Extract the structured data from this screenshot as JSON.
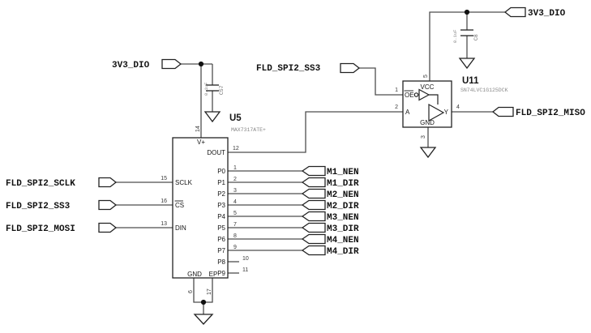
{
  "colors": {
    "background": "#ffffff",
    "wire": "#4d4d4d",
    "outline": "#222222",
    "label_text": "#111111",
    "muted_text": "#8a8a8a"
  },
  "u5": {
    "ref": "U5",
    "part": "MAX7317ATE+",
    "power": {
      "top": {
        "name": "V+",
        "number": "14"
      },
      "gnd": {
        "name": "GND",
        "number": "6"
      },
      "ep": {
        "name": "EP",
        "number": "17"
      }
    },
    "left_pins": [
      {
        "name": "SCLK",
        "number": "15"
      },
      {
        "name": "CS",
        "number": "16"
      },
      {
        "name": "DIN",
        "number": "13"
      }
    ],
    "right_pins": [
      {
        "name": "DOUT",
        "number": "12"
      },
      {
        "name": "P0",
        "number": "1"
      },
      {
        "name": "P1",
        "number": "2"
      },
      {
        "name": "P2",
        "number": "3"
      },
      {
        "name": "P3",
        "number": "4"
      },
      {
        "name": "P4",
        "number": "5"
      },
      {
        "name": "P5",
        "number": "7"
      },
      {
        "name": "P6",
        "number": "8"
      },
      {
        "name": "P7",
        "number": "9"
      },
      {
        "name": "P8",
        "number": "10"
      },
      {
        "name": "P9",
        "number": "11"
      }
    ]
  },
  "u11": {
    "ref": "U11",
    "part": "SN74LVC1G125DCK",
    "pins": {
      "vcc": {
        "name": "VCC",
        "number": "5"
      },
      "oe": {
        "name": "OE",
        "number": "1"
      },
      "a": {
        "name": "A",
        "number": "2"
      },
      "y": {
        "name": "Y",
        "number": "4"
      },
      "gnd": {
        "name": "GND",
        "number": "3"
      }
    }
  },
  "capacitors": {
    "c57": {
      "ref": "C57",
      "value": "0.1uF"
    },
    "c8": {
      "ref": "C8",
      "value": "0.1uF"
    }
  },
  "ports": {
    "rail_top_left": "3V3_DIO",
    "rail_top_right": "3V3_DIO",
    "spi_sclk": "FLD_SPI2_SCLK",
    "spi_ss3": "FLD_SPI2_SS3",
    "spi_ss3_top": "FLD_SPI2_SS3",
    "spi_mosi": "FLD_SPI2_MOSI",
    "spi_miso": "FLD_SPI2_MISO",
    "motor_ports": [
      "M1_NEN",
      "M1_DIR",
      "M2_NEN",
      "M2_DIR",
      "M3_NEN",
      "M3_DIR",
      "M4_NEN",
      "M4_DIR"
    ]
  }
}
